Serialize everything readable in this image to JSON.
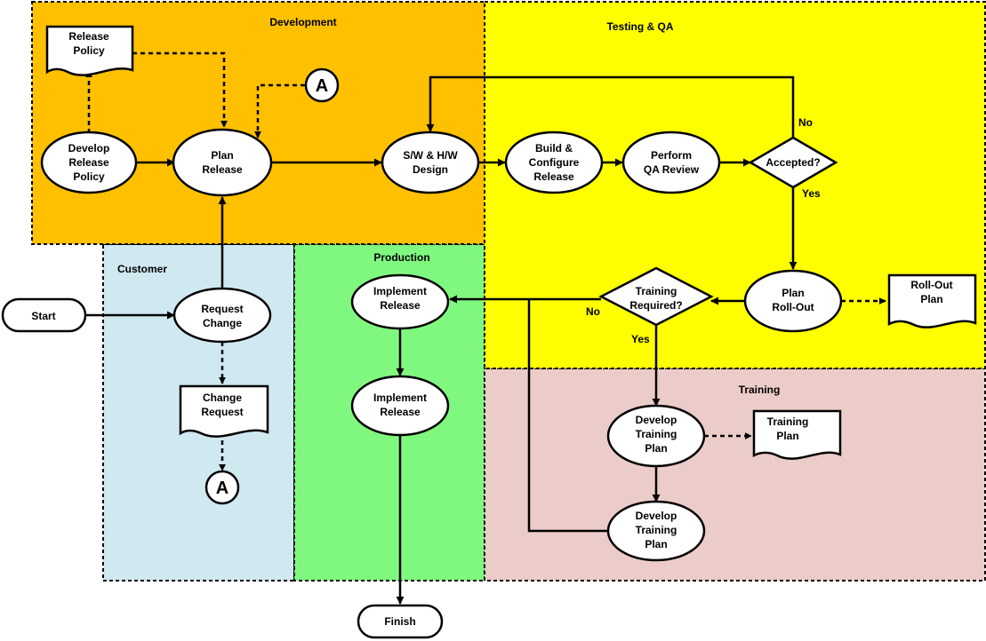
{
  "lanes": {
    "development": "Development",
    "testing": "Testing & QA",
    "customer": "Customer",
    "production": "Production",
    "training": "Training"
  },
  "colors": {
    "development": "#ffc000",
    "testing": "#ffff00",
    "customer": "#d0e8f0",
    "production": "#80f880",
    "training": "#ecccc8"
  },
  "nodes": {
    "release_policy": [
      "Release",
      "Policy"
    ],
    "develop_release_policy": [
      "Develop",
      "Release",
      "Policy"
    ],
    "plan_release": [
      "Plan",
      "Release"
    ],
    "connector_a_top": [
      "A"
    ],
    "sw_hw_design": [
      "S/W & H/W",
      "Design"
    ],
    "build_configure": [
      "Build &",
      "Configure",
      "Release"
    ],
    "perform_qa": [
      "Perform",
      "QA Review"
    ],
    "accepted": [
      "Accepted?"
    ],
    "start": [
      "Start"
    ],
    "request_change": [
      "Request",
      "Change"
    ],
    "change_request": [
      "Change",
      "Request"
    ],
    "connector_a_bottom": [
      "A"
    ],
    "implement_release_1": [
      "Implement",
      "Release"
    ],
    "implement_release_2": [
      "Implement",
      "Release"
    ],
    "training_required": [
      "Training",
      "Required?"
    ],
    "plan_rollout": [
      "Plan",
      "Roll-Out"
    ],
    "rollout_plan": [
      "Roll-Out",
      "Plan"
    ],
    "develop_training_plan_1": [
      "Develop",
      "Training",
      "Plan"
    ],
    "training_plan_doc": [
      "Training",
      "Plan"
    ],
    "develop_training_plan_2": [
      "Develop",
      "Training",
      "Plan"
    ],
    "finish": [
      "Finish"
    ]
  },
  "branches": {
    "accepted_no": "No",
    "accepted_yes": "Yes",
    "training_no": "No",
    "training_yes": "Yes"
  }
}
